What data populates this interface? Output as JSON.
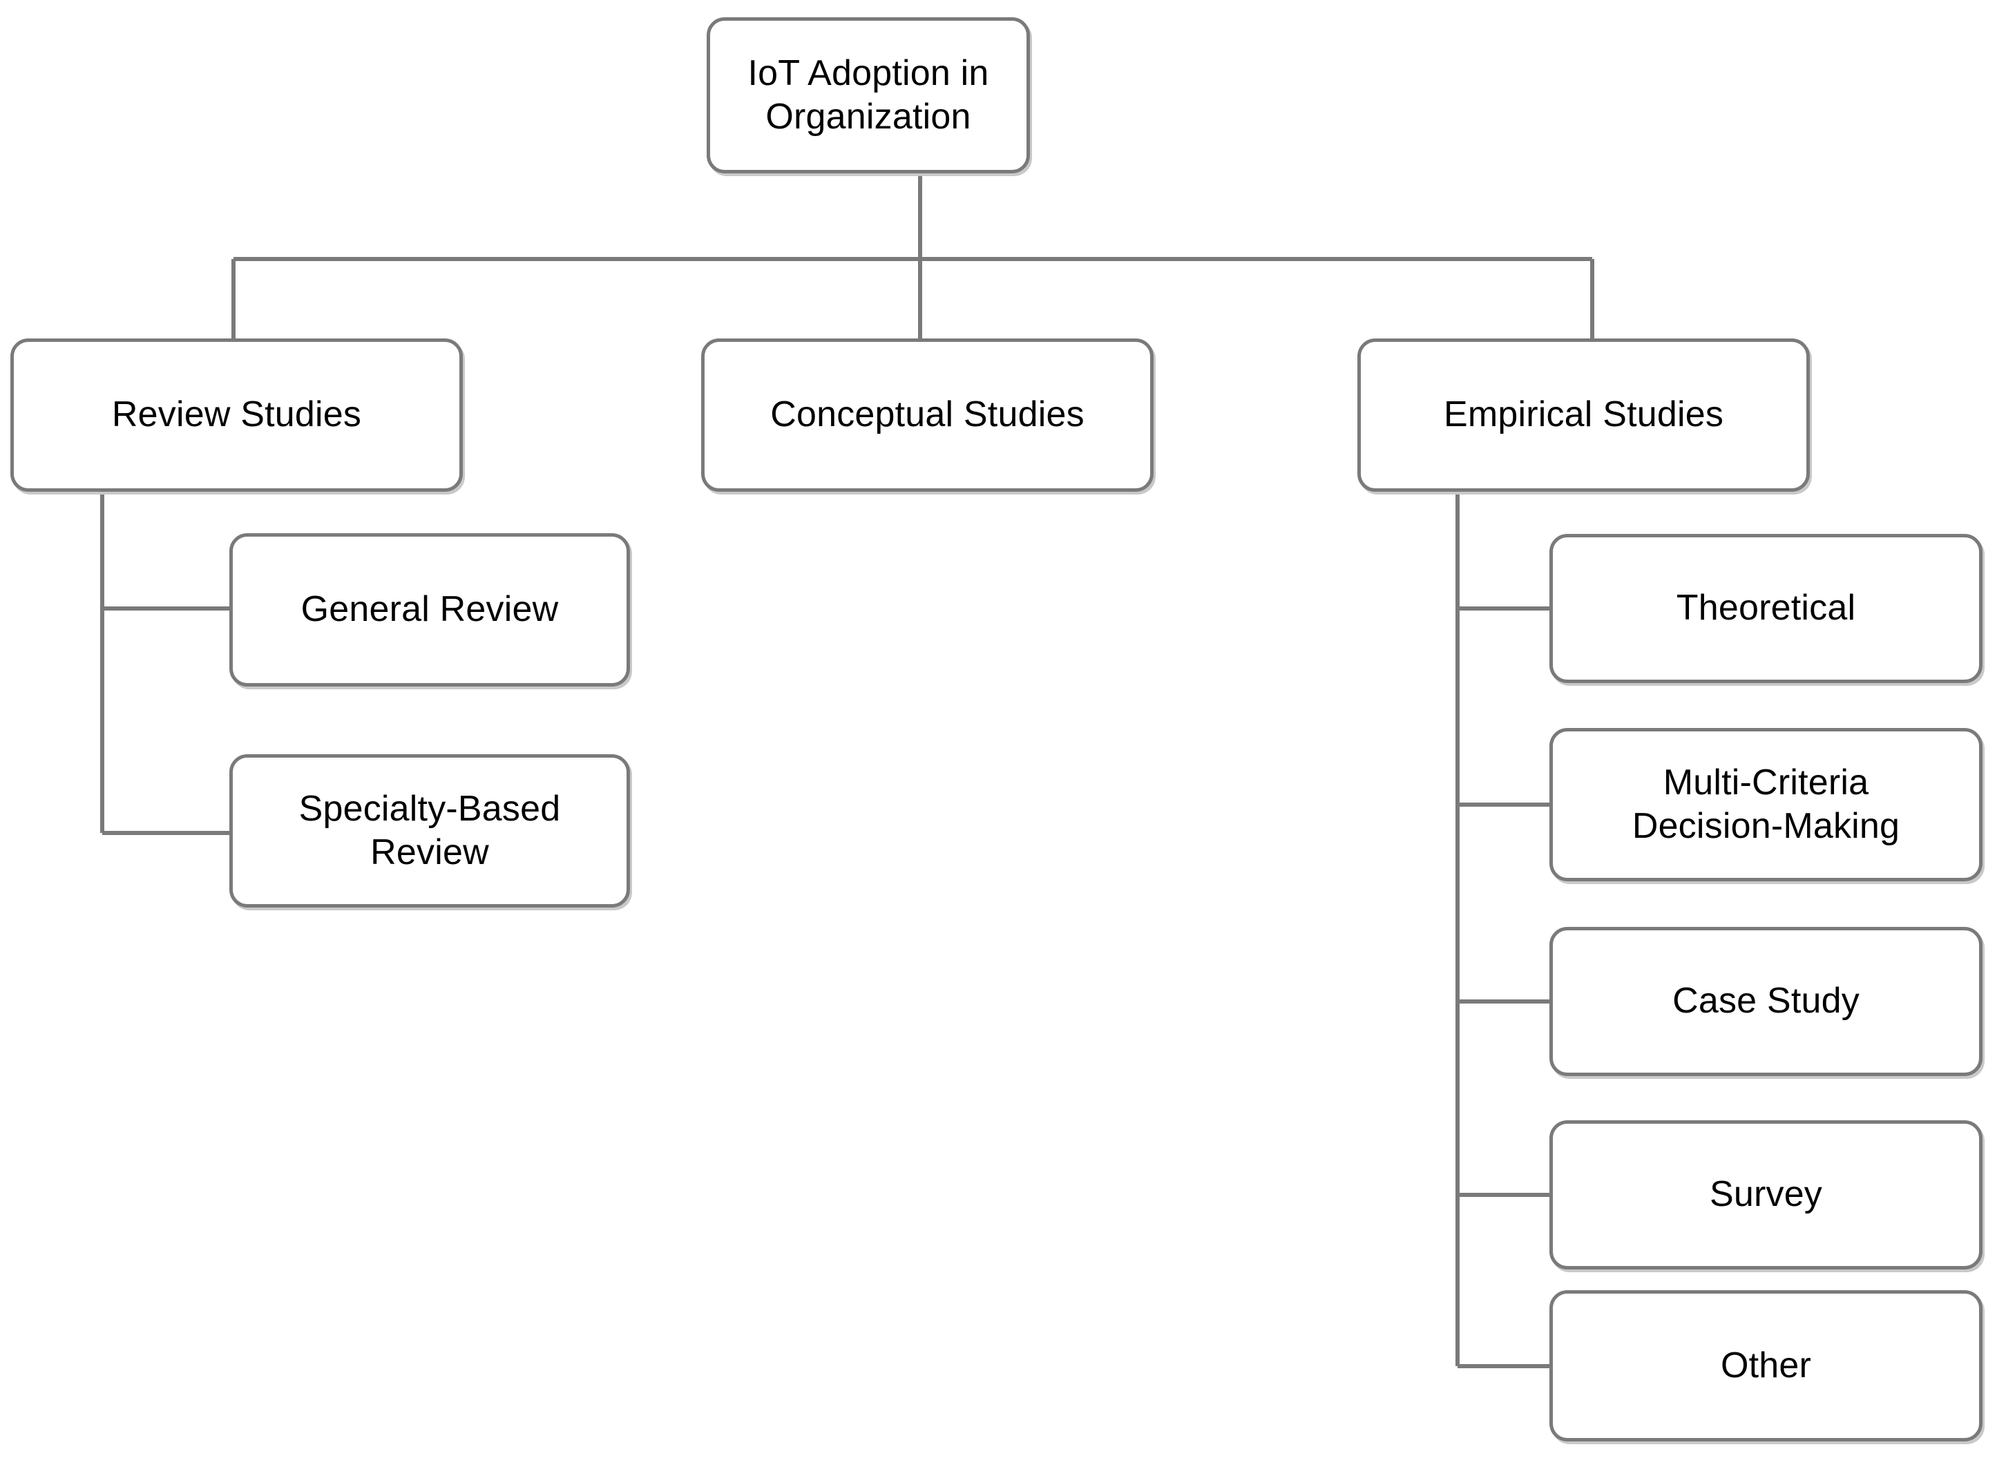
{
  "diagram": {
    "title": "IoT Adoption in Organization research classification",
    "type": "hierarchy-tree",
    "style": {
      "node_fill": "#ffffff",
      "node_border": "#7a7a7a",
      "node_shadow": "#c9c9c9",
      "connector": "#7a7a7a",
      "text": "#000000",
      "background": "#ffffff"
    },
    "nodes": {
      "root": {
        "label": "IoT Adoption in\nOrganization",
        "level": 1
      },
      "review": {
        "label": "Review Studies",
        "level": 2
      },
      "conceptual": {
        "label": "Conceptual Studies",
        "level": 2
      },
      "empirical": {
        "label": "Empirical Studies",
        "level": 2
      },
      "general_review": {
        "label": "General  Review",
        "level": 3,
        "parent": "review"
      },
      "specialty_review": {
        "label": "Specialty-Based\nReview",
        "level": 3,
        "parent": "review"
      },
      "theoretical": {
        "label": "Theoretical",
        "level": 3,
        "parent": "empirical"
      },
      "mcdm": {
        "label": "Multi-Criteria\nDecision-Making",
        "level": 3,
        "parent": "empirical"
      },
      "case_study": {
        "label": "Case Study",
        "level": 3,
        "parent": "empirical"
      },
      "survey": {
        "label": "Survey",
        "level": 3,
        "parent": "empirical"
      },
      "other": {
        "label": "Other",
        "level": 3,
        "parent": "empirical"
      }
    },
    "edges": [
      {
        "from": "root",
        "to": "review"
      },
      {
        "from": "root",
        "to": "conceptual"
      },
      {
        "from": "root",
        "to": "empirical"
      },
      {
        "from": "review",
        "to": "general_review"
      },
      {
        "from": "review",
        "to": "specialty_review"
      },
      {
        "from": "empirical",
        "to": "theoretical"
      },
      {
        "from": "empirical",
        "to": "mcdm"
      },
      {
        "from": "empirical",
        "to": "case_study"
      },
      {
        "from": "empirical",
        "to": "survey"
      },
      {
        "from": "empirical",
        "to": "other"
      }
    ]
  }
}
